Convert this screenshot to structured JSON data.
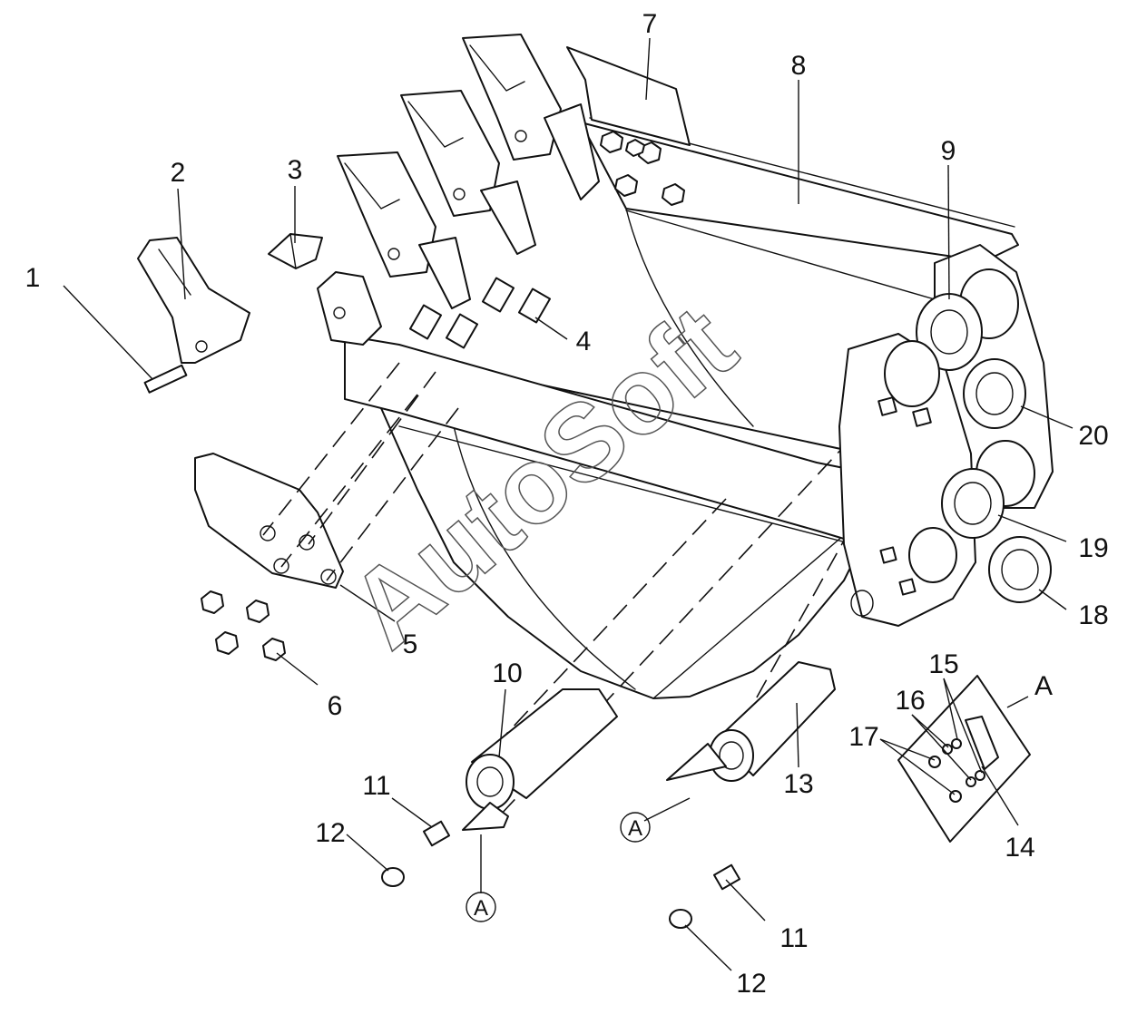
{
  "watermark": "AutoSoft",
  "section_label": "A",
  "callouts": [
    {
      "id": "c1",
      "text": "1"
    },
    {
      "id": "c2",
      "text": "2"
    },
    {
      "id": "c3",
      "text": "3"
    },
    {
      "id": "c4",
      "text": "4"
    },
    {
      "id": "c5",
      "text": "5"
    },
    {
      "id": "c6",
      "text": "6"
    },
    {
      "id": "c7",
      "text": "7"
    },
    {
      "id": "c8",
      "text": "8"
    },
    {
      "id": "c9",
      "text": "9"
    },
    {
      "id": "c10",
      "text": "10"
    },
    {
      "id": "c11a",
      "text": "11"
    },
    {
      "id": "c11b",
      "text": "11"
    },
    {
      "id": "c12a",
      "text": "12"
    },
    {
      "id": "c12b",
      "text": "12"
    },
    {
      "id": "c13",
      "text": "13"
    },
    {
      "id": "c14",
      "text": "14"
    },
    {
      "id": "c15",
      "text": "15"
    },
    {
      "id": "c16",
      "text": "16"
    },
    {
      "id": "c17",
      "text": "17"
    },
    {
      "id": "c18",
      "text": "18"
    },
    {
      "id": "c19",
      "text": "19"
    },
    {
      "id": "c20",
      "text": "20"
    }
  ],
  "detail_refs": [
    {
      "id": "ref-left",
      "text": "A"
    },
    {
      "id": "ref-right",
      "text": "A"
    }
  ]
}
